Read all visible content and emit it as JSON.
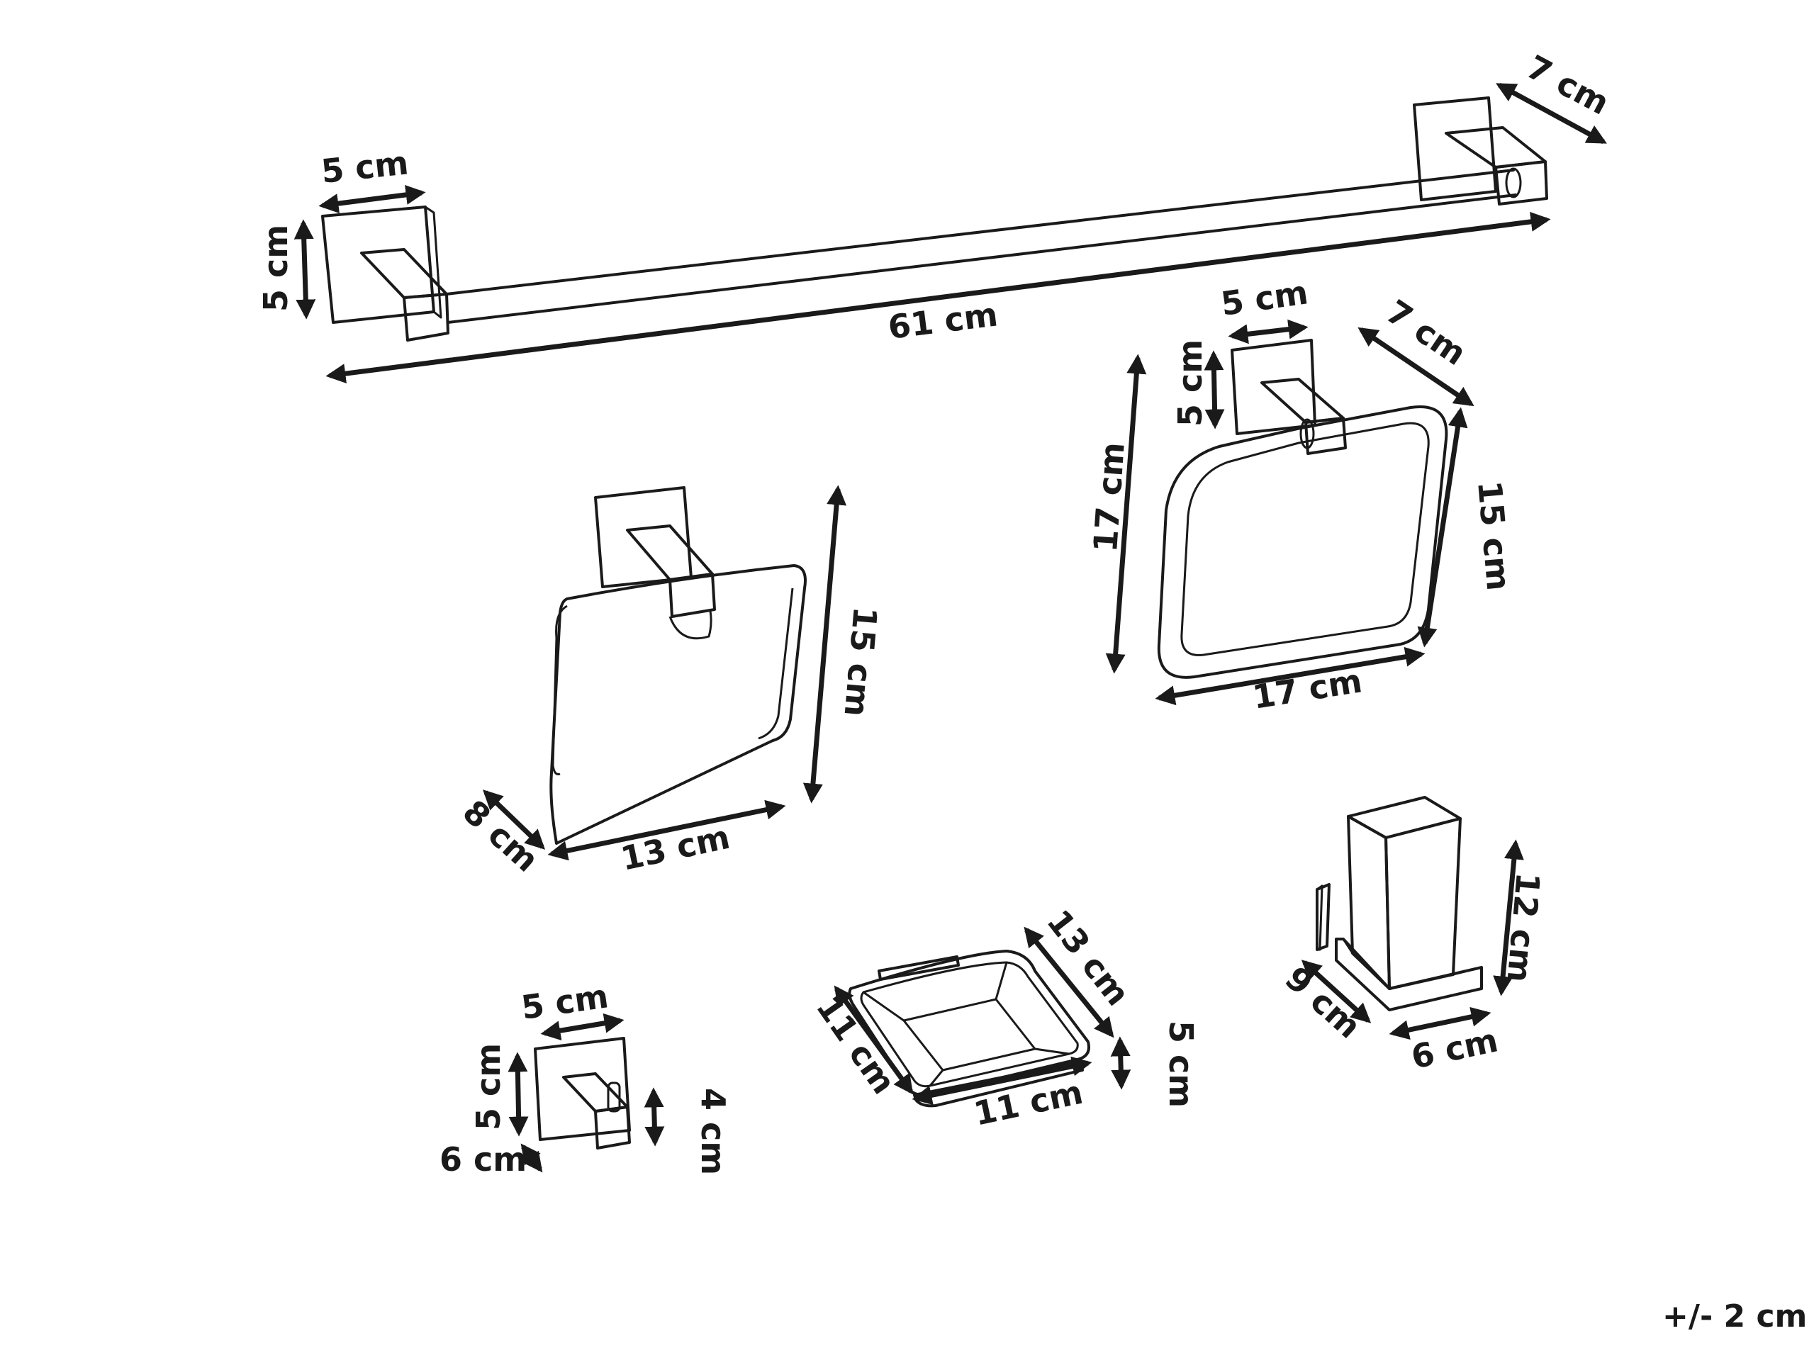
{
  "labels": {
    "rail_base_width": "5 cm",
    "rail_base_height": "5 cm",
    "rail_projection": "7 cm",
    "rail_length": "61 cm",
    "ring_base_width": "5 cm",
    "ring_base_height": "5 cm",
    "ring_projection": "7 cm",
    "ring_overall_height": "17 cm",
    "ring_inner_height": "15 cm",
    "ring_width": "17 cm",
    "paper_holder_height": "15 cm",
    "paper_holder_width": "13 cm",
    "paper_holder_depth": "8 cm",
    "hook_base_width": "5 cm",
    "hook_base_height": "5 cm",
    "hook_depth": "6 cm",
    "hook_height": "4 cm",
    "dish_length": "13 cm",
    "dish_width_left": "11 cm",
    "dish_width_front": "11 cm",
    "dish_height": "5 cm",
    "cup_height": "12 cm",
    "cup_depth": "9 cm",
    "cup_width": "6 cm"
  },
  "tolerance": "+/- 2 cm"
}
